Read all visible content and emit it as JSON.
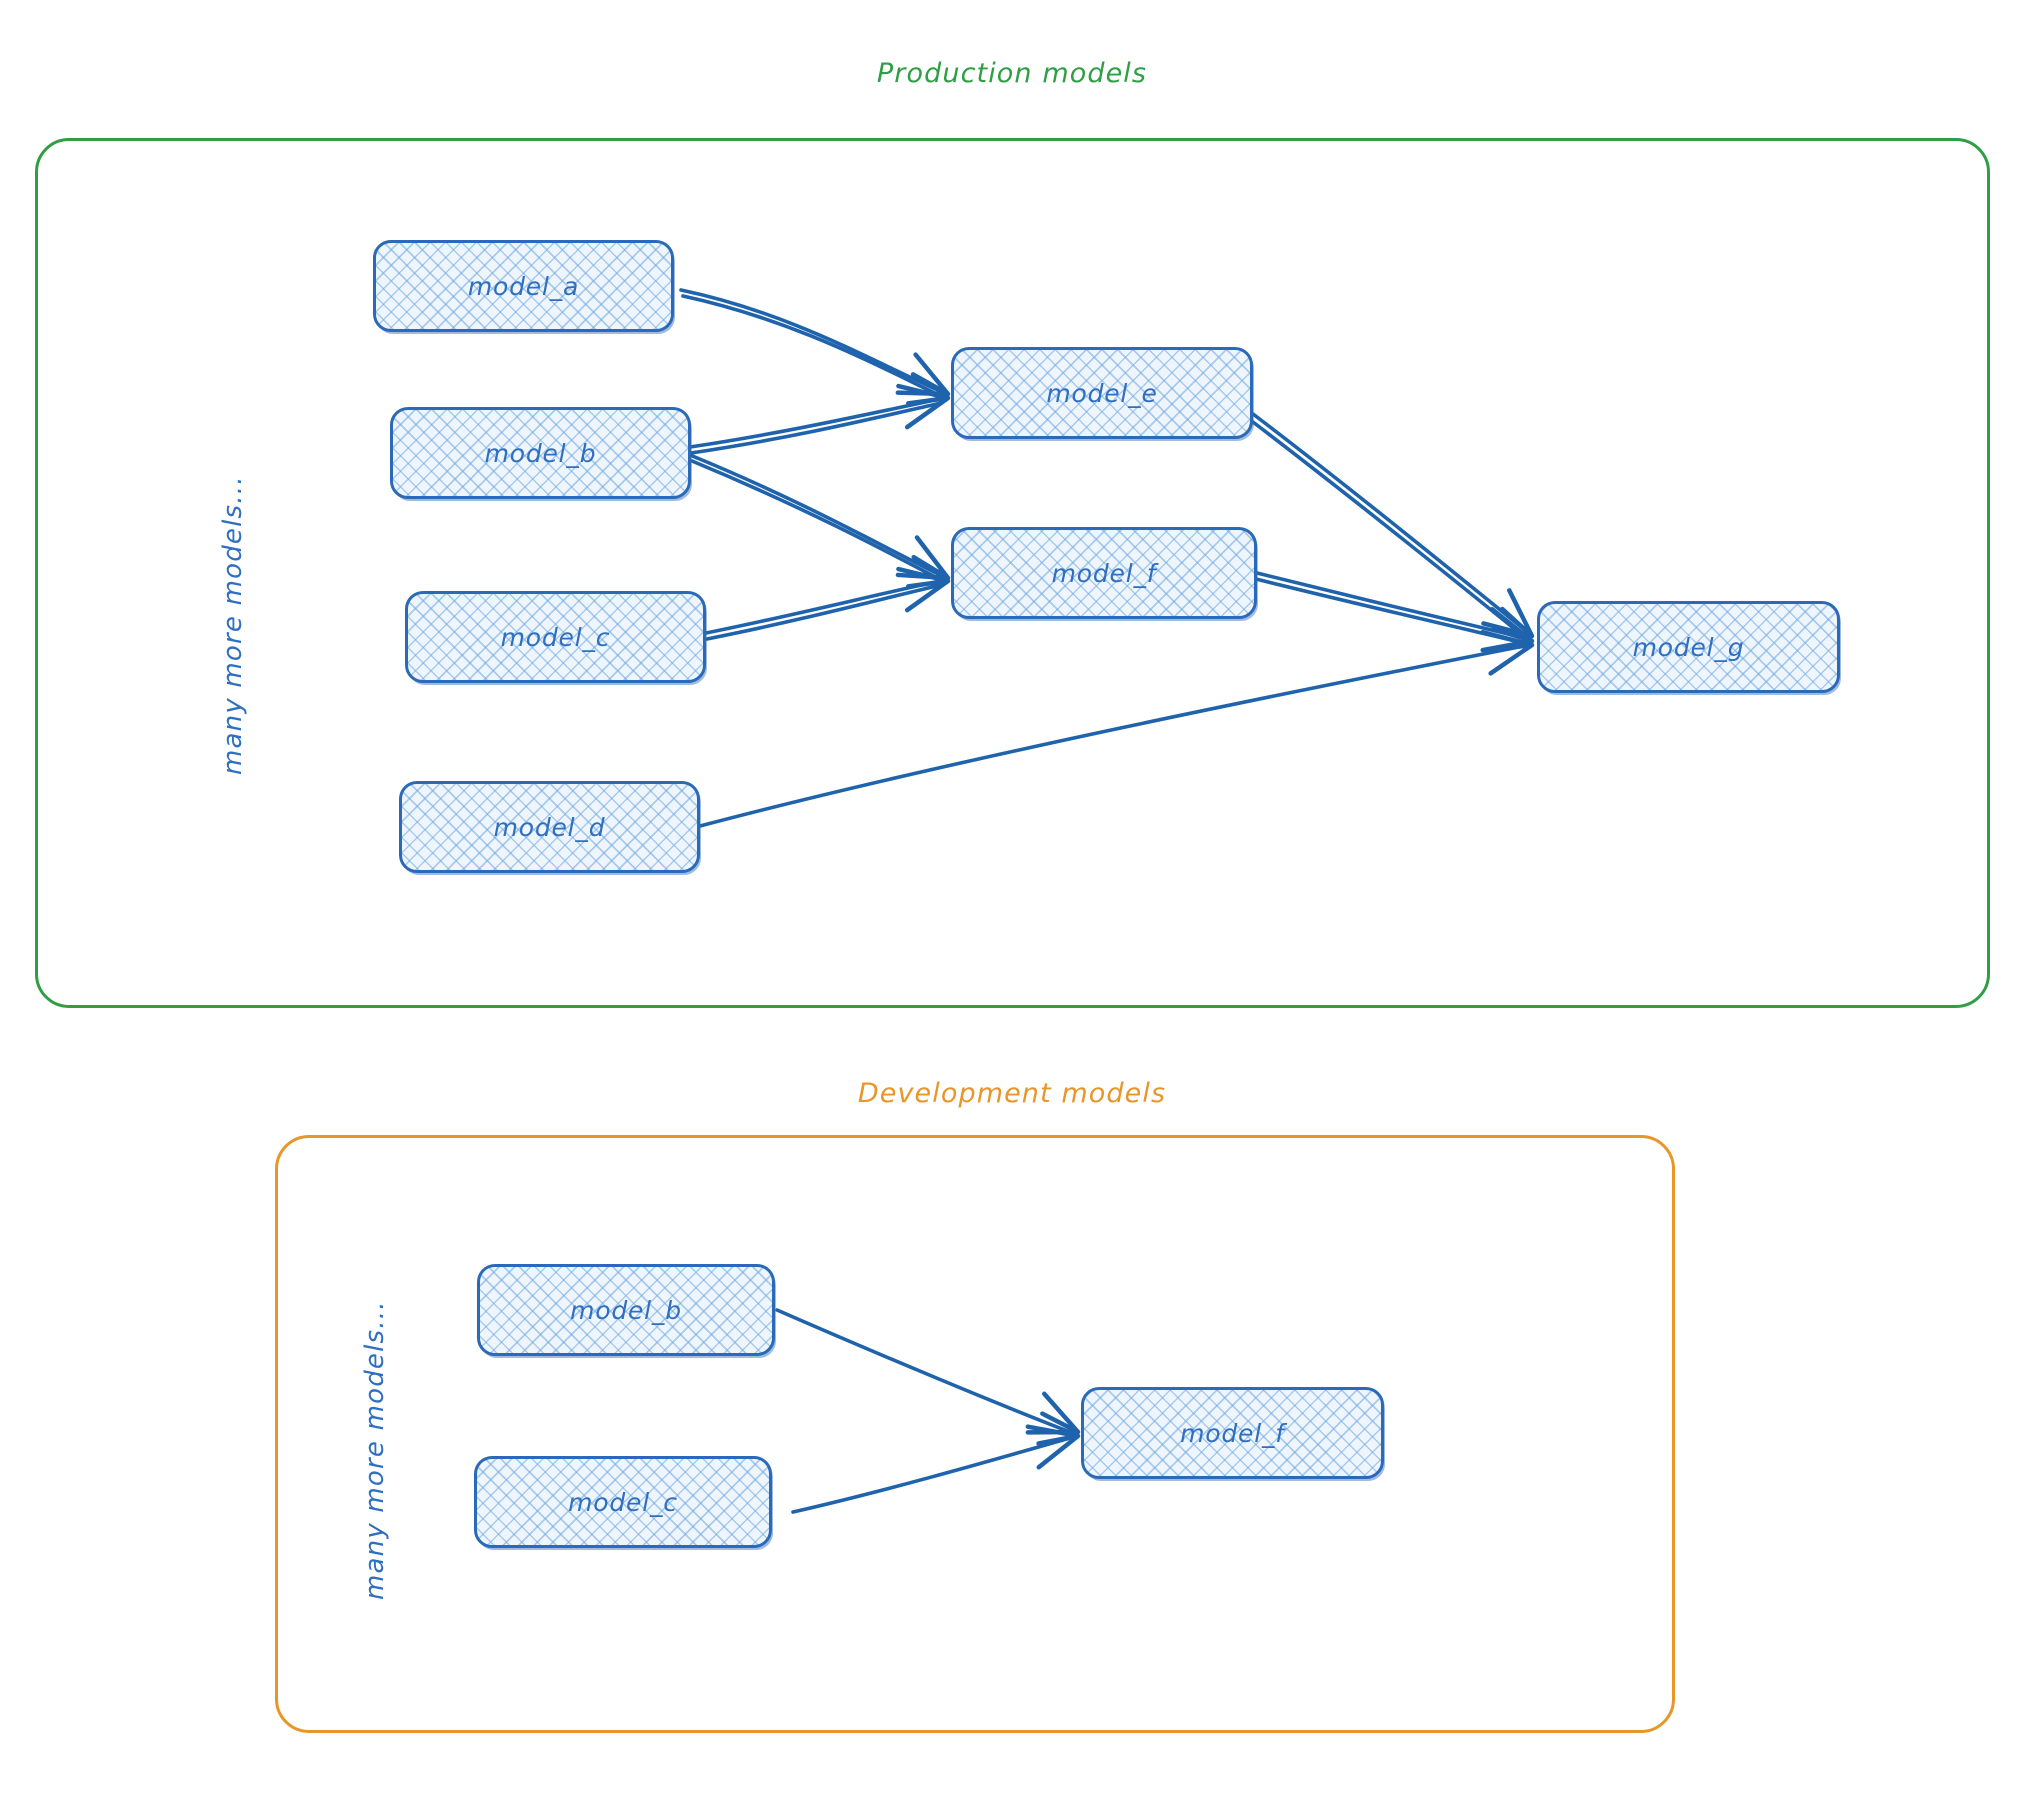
{
  "diagram": {
    "type": "dag-lineage",
    "style": "hand-drawn-sketch",
    "colors": {
      "production_frame": "#2f9e44",
      "development_frame": "#e8962a",
      "node_border": "#2a6ab8",
      "node_text": "#2f6fc0",
      "node_fill": "#eef5fd",
      "edge": "#1f63ad",
      "background": "#ffffff"
    },
    "sections": [
      {
        "id": "production",
        "title": "Production models",
        "title_color": "#2f9e44",
        "aside_label": "many more models...",
        "nodes": [
          {
            "id": "prod_model_a",
            "label": "model_a"
          },
          {
            "id": "prod_model_b",
            "label": "model_b"
          },
          {
            "id": "prod_model_c",
            "label": "model_c"
          },
          {
            "id": "prod_model_d",
            "label": "model_d"
          },
          {
            "id": "prod_model_e",
            "label": "model_e"
          },
          {
            "id": "prod_model_f",
            "label": "model_f"
          },
          {
            "id": "prod_model_g",
            "label": "model_g"
          }
        ],
        "edges": [
          {
            "from": "model_a",
            "to": "model_e"
          },
          {
            "from": "model_b",
            "to": "model_e"
          },
          {
            "from": "model_b",
            "to": "model_f"
          },
          {
            "from": "model_c",
            "to": "model_f"
          },
          {
            "from": "model_e",
            "to": "model_g"
          },
          {
            "from": "model_f",
            "to": "model_g"
          },
          {
            "from": "model_d",
            "to": "model_g"
          }
        ]
      },
      {
        "id": "development",
        "title": "Development models",
        "title_color": "#e8962a",
        "aside_label": "many more models...",
        "nodes": [
          {
            "id": "dev_model_b",
            "label": "model_b"
          },
          {
            "id": "dev_model_c",
            "label": "model_c"
          },
          {
            "id": "dev_model_f",
            "label": "model_f"
          }
        ],
        "edges": [
          {
            "from": "model_b",
            "to": "model_f"
          },
          {
            "from": "model_c",
            "to": "model_f"
          }
        ]
      }
    ]
  }
}
